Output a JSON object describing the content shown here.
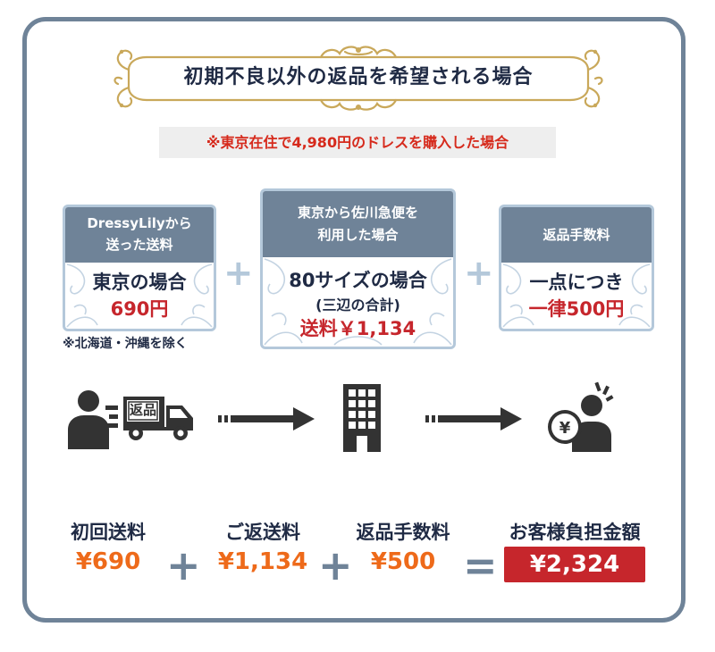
{
  "banner": {
    "title": "初期不良以外の返品を希望される場合"
  },
  "note": "※東京在住で4,980円のドレスを購入した場合",
  "cards": {
    "shipping": {
      "header_line1": "DressyLilyから",
      "header_line2": "送った送料",
      "main": "東京の場合",
      "value": "690円",
      "footnote": "※北海道・沖縄を除く"
    },
    "return_shipping": {
      "header_line1": "東京から佐川急便を",
      "header_line2": "利用した場合",
      "main": "80サイズの場合",
      "sub": "(三辺の合計)",
      "value": "送料￥1,134"
    },
    "fee": {
      "header": "返品手数料",
      "main": "一点につき",
      "value": "一律500円"
    }
  },
  "flow": {
    "truck_label": "返品",
    "icons": [
      "person-icon",
      "truck-icon",
      "arrow-icon",
      "building-icon",
      "arrow-icon",
      "yen-coin-icon",
      "worried-person-icon"
    ]
  },
  "summary": {
    "items": [
      {
        "label": "初回送料",
        "amount": "¥690"
      },
      {
        "label": "ご返送料",
        "amount": "¥1,134"
      },
      {
        "label": "返品手数料",
        "amount": "¥500"
      }
    ],
    "plus": "+",
    "equals": "=",
    "total_label": "お客様負担金額",
    "total": "¥2,324"
  },
  "colors": {
    "frame": "#6f8398",
    "card_border": "#b4c8da",
    "card_header": "#6f8398",
    "accent_red": "#c6262c",
    "note_red": "#d62a1c",
    "amount_orange": "#ee6a1a",
    "gold": "#c9a85a"
  }
}
